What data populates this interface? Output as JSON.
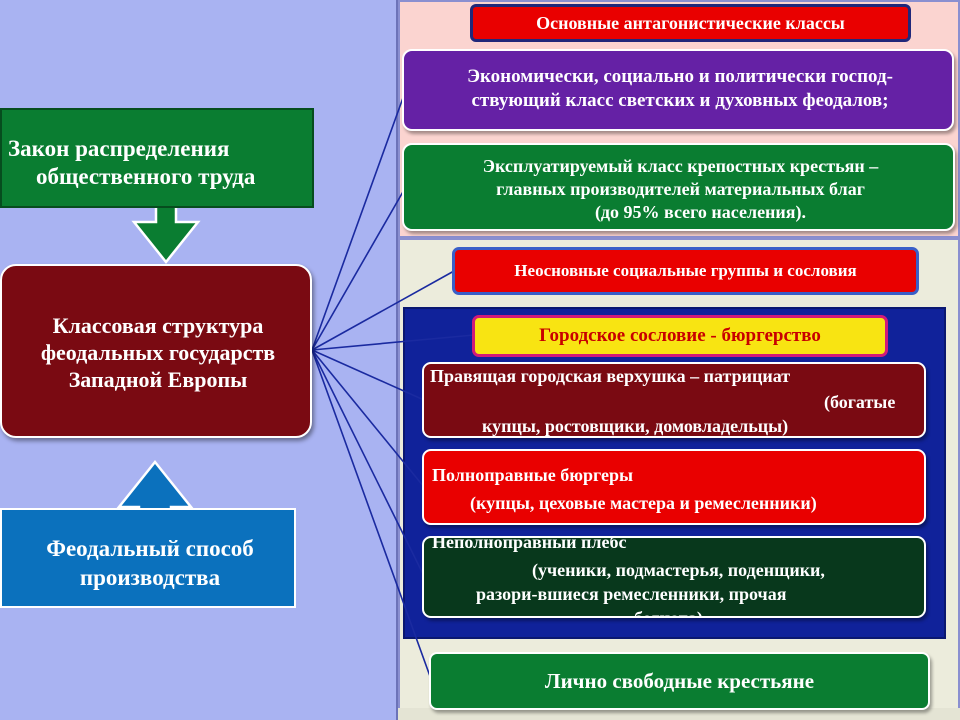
{
  "left": {
    "law_box": {
      "lines": [
        "Закон распределения",
        "общественного труда"
      ],
      "color": "#0a7d31"
    },
    "structure_box": {
      "lines": [
        "Классовая структура",
        "феодальных государств",
        "Западной Европы"
      ],
      "color": "#7a0a12"
    },
    "mode_box": {
      "lines": [
        "Феодальный способ",
        "производства"
      ],
      "color": "#0b71bd"
    }
  },
  "antagonistic": {
    "title": "Основные антагонистические классы",
    "lords": {
      "lines": [
        "Экономически, социально и политически господ-",
        "ствующий класс  светских и   духовных феодалов;"
      ]
    },
    "serfs": {
      "lines": [
        "Эксплуатируемый  класс крепостных  крестьян  –",
        "главных  производителей   материальных    благ",
        "(до 95% всего населения)."
      ]
    }
  },
  "non_main": {
    "title": "Неосновные социальные группы и сословия",
    "burghers": {
      "title": "Городское  сословие - бюргерство",
      "patriciate": {
        "lines": [
          "Правящая городская верхушка – патрициат",
          "(богатые",
          "купцы, ростовщики, домовладельцы)"
        ]
      },
      "full_burghers": {
        "lines": [
          "Полноправные бюргеры",
          "(купцы, цеховые мастера и ремесленники)"
        ]
      },
      "plebs": {
        "lines": [
          "Неполноправный плебс",
          "(ученики, подмастерья, поденщики,",
          "разори-вшиеся  ремесленники,  прочая",
          "беднота)"
        ]
      }
    },
    "free_peasants": "Лично свободные крестьяне"
  },
  "colors": {
    "left_panel": "#a9b3f2",
    "red_title": "#e90000",
    "purple_box": "#6521a5",
    "navy_panel": "#10229a",
    "yellow_title": "#f8e412"
  }
}
